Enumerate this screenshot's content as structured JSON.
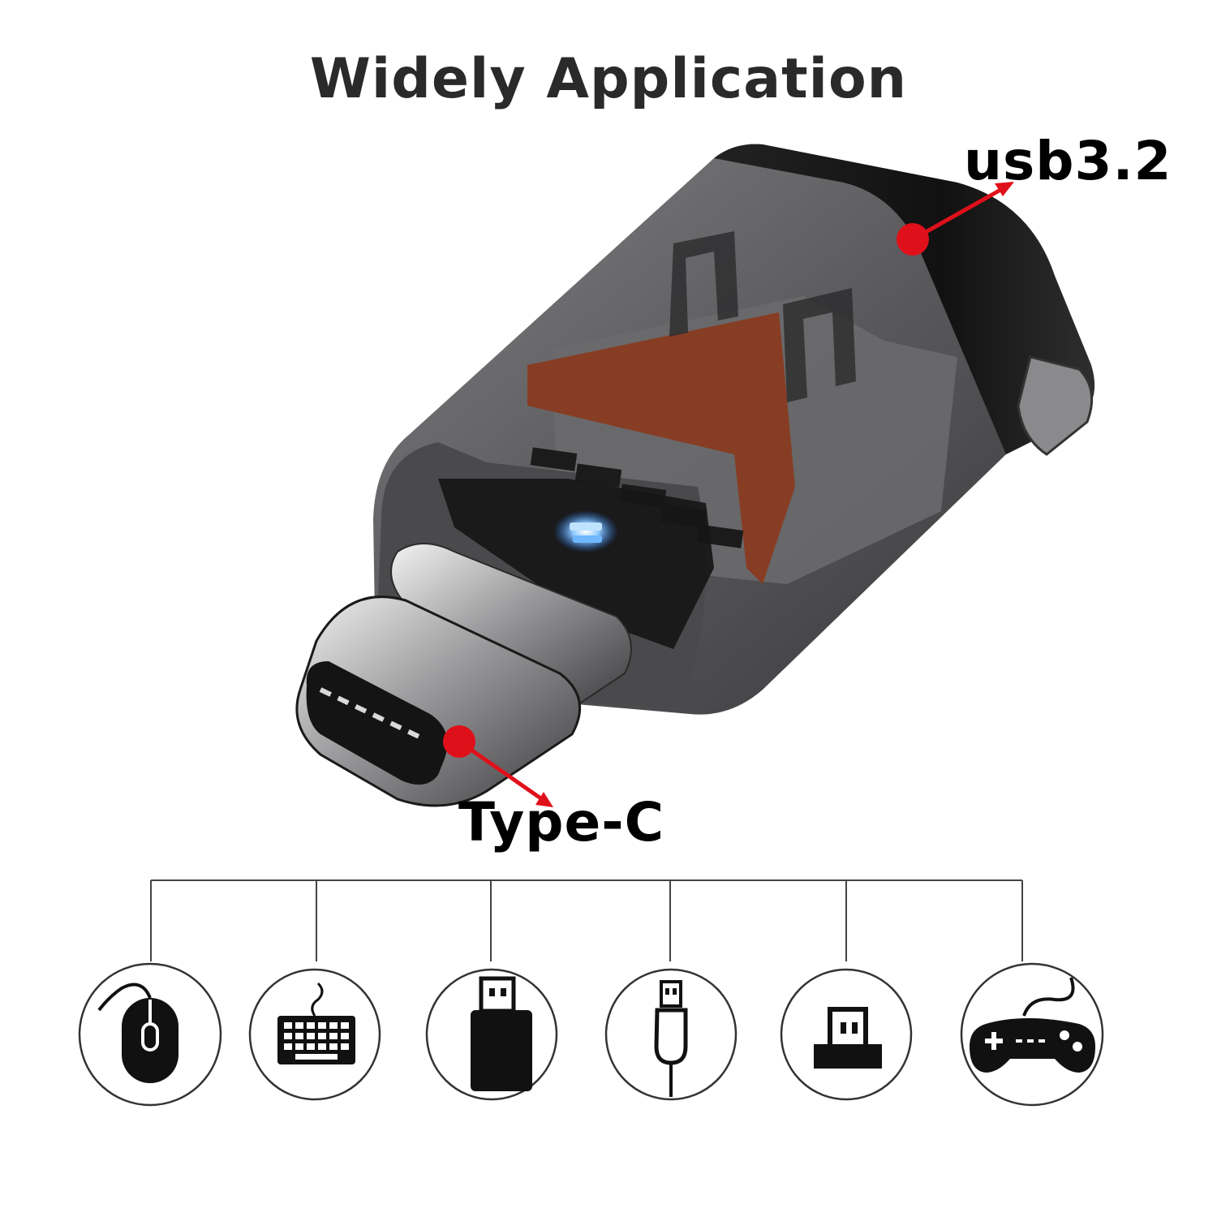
{
  "title": "Widely Application",
  "labels": {
    "usb": "usb3.2",
    "typec": "Type-C"
  },
  "colors": {
    "pointer": "#e0101a",
    "title": "#2a2a2a"
  },
  "applications": [
    {
      "icon": "mouse-icon"
    },
    {
      "icon": "keyboard-icon"
    },
    {
      "icon": "usb-flash-drive-icon"
    },
    {
      "icon": "usb-cable-icon"
    },
    {
      "icon": "usb-port-icon"
    },
    {
      "icon": "gamepad-icon"
    }
  ]
}
